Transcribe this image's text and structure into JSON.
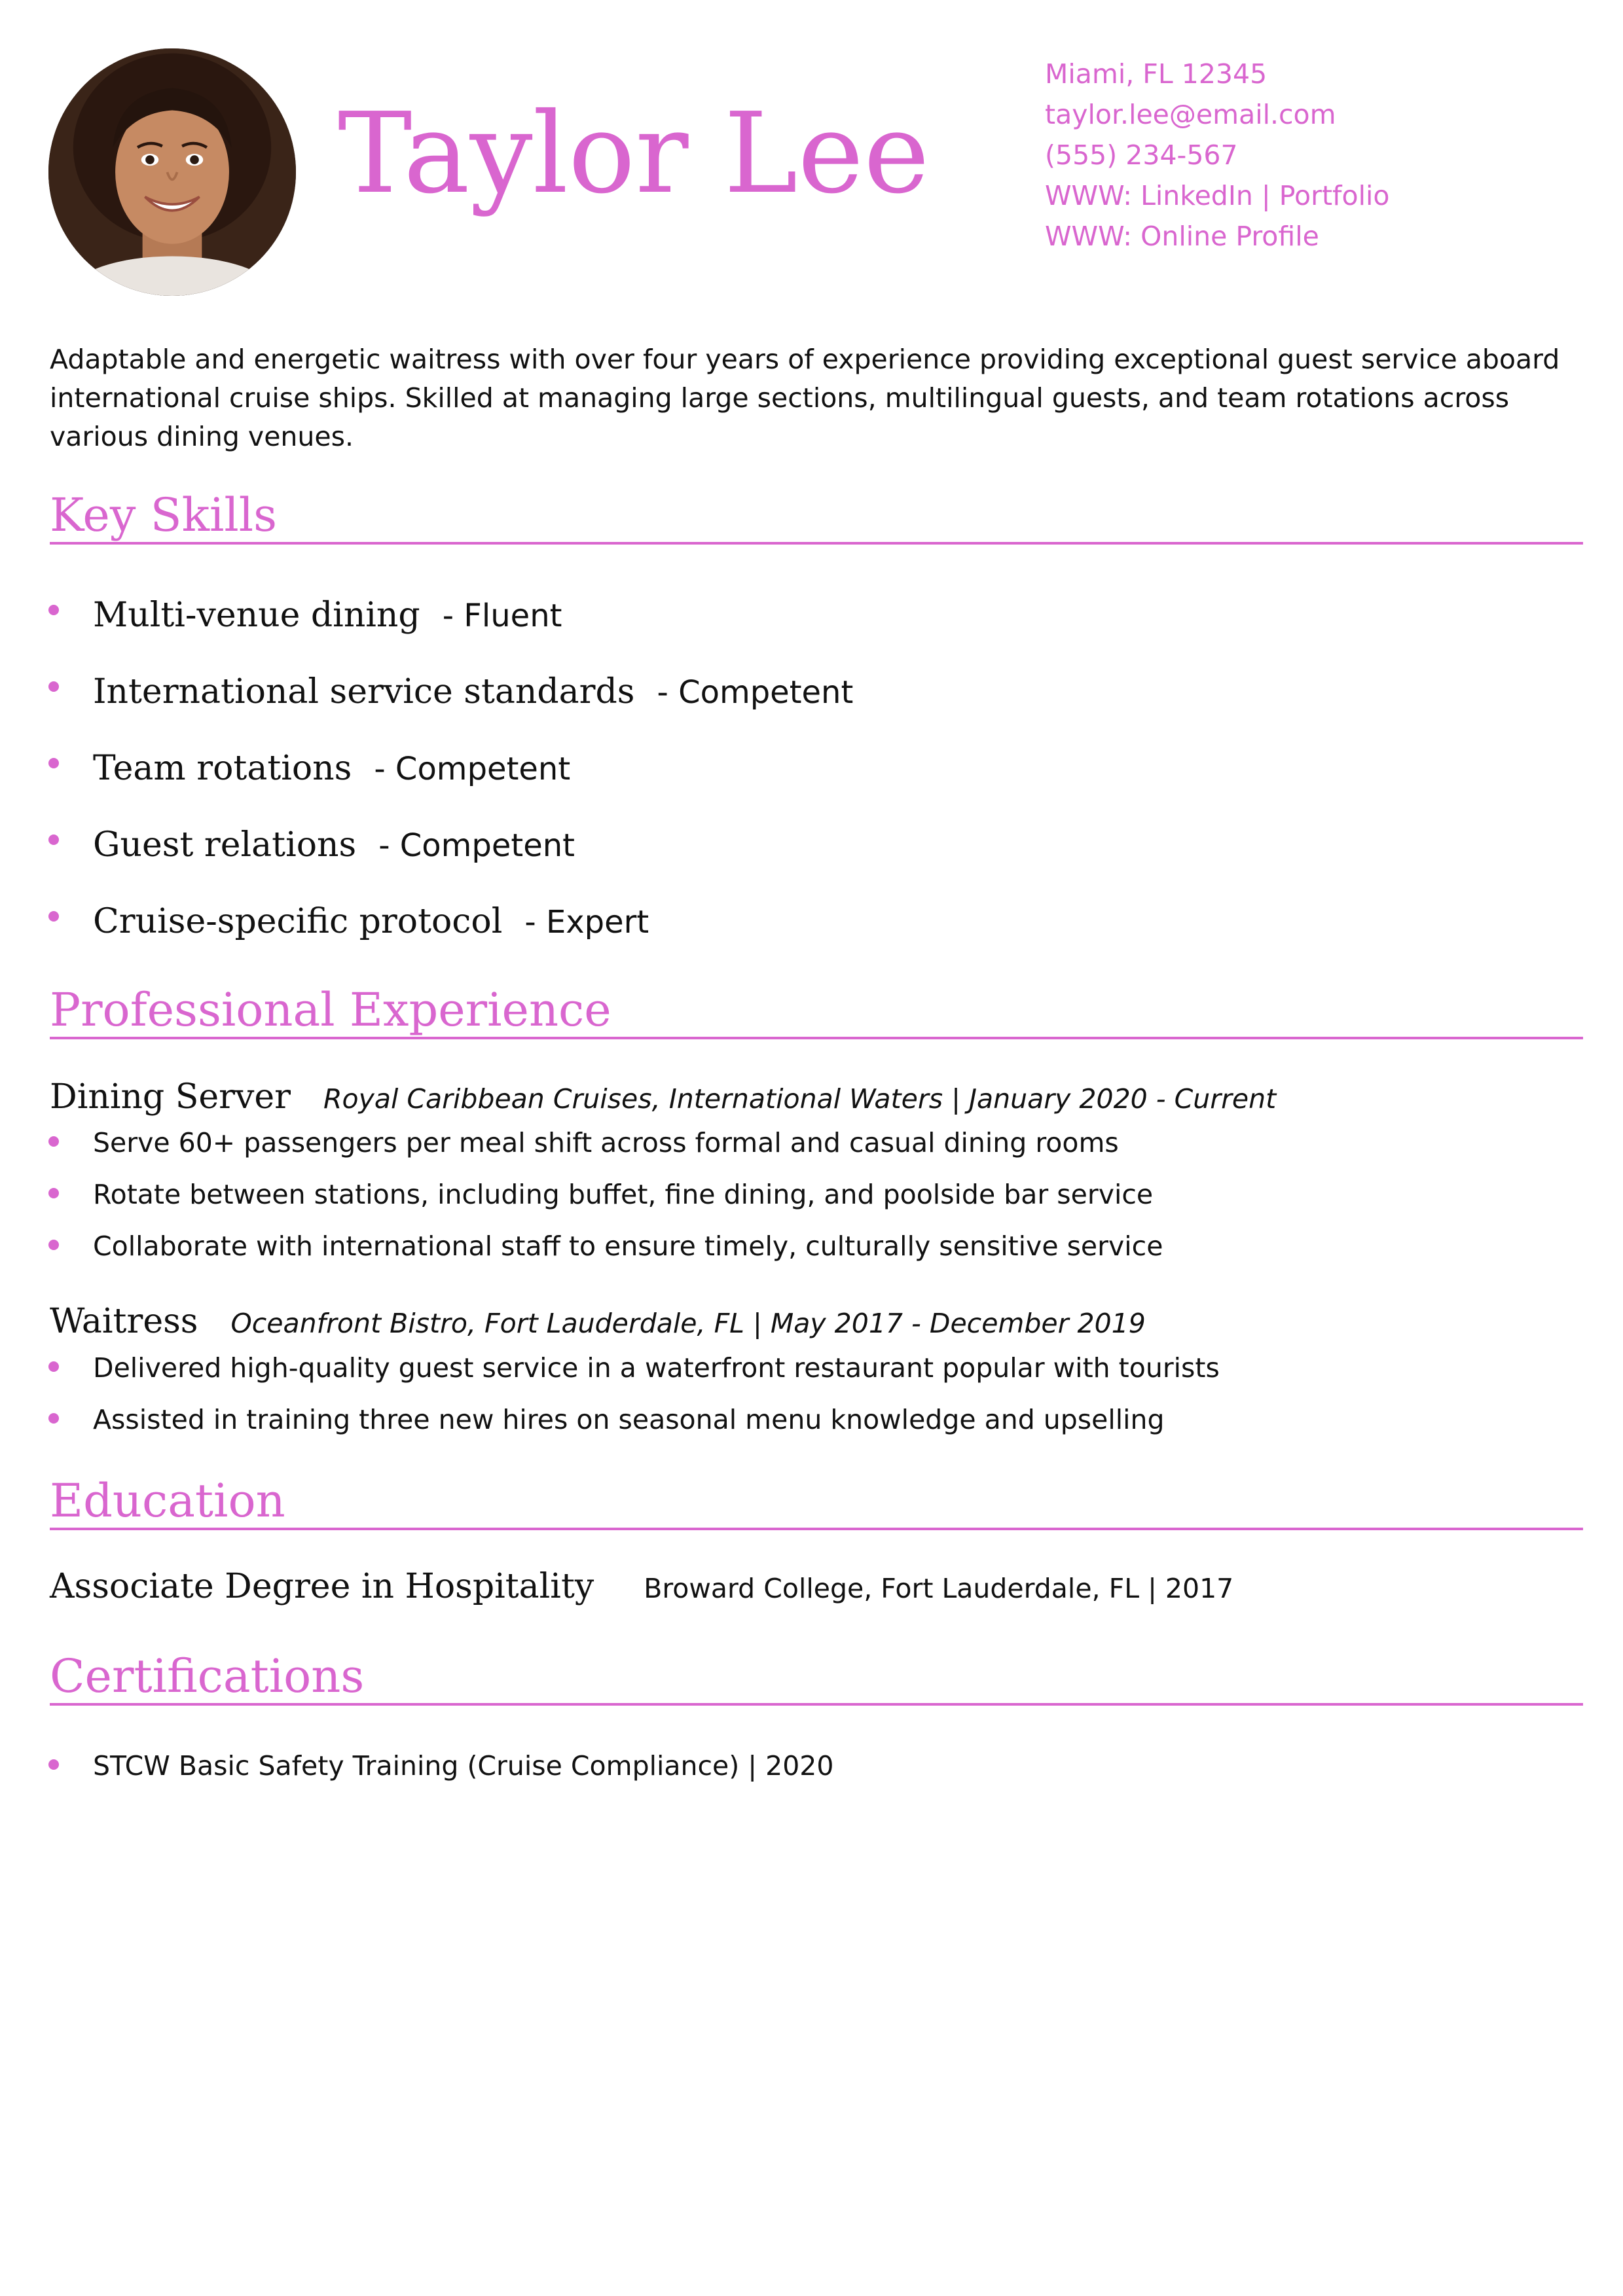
{
  "header": {
    "name": "Taylor Lee",
    "contact": {
      "location": "Miami, FL 12345",
      "email": "taylor.lee@email.com",
      "phone": "(555) 234-567",
      "links": "WWW: LinkedIn | Portfolio",
      "profile": "WWW: Online Profile"
    }
  },
  "summary": "Adaptable and energetic waitress with over four years of experience providing exceptional guest service aboard international cruise ships. Skilled at managing large sections, multilingual guests, and team rotations across various dining venues.",
  "skills": {
    "title": "Key Skills",
    "items": [
      {
        "name": "Multi-venue dining",
        "level": "- Fluent"
      },
      {
        "name": "International service standards",
        "level": "- Competent"
      },
      {
        "name": "Team rotations",
        "level": "- Competent"
      },
      {
        "name": "Guest relations",
        "level": "- Competent"
      },
      {
        "name": "Cruise-specific protocol",
        "level": "- Expert"
      }
    ]
  },
  "experience": {
    "title": "Professional Experience",
    "jobs": [
      {
        "role": "Dining Server",
        "meta": "Royal Caribbean Cruises, International Waters | January 2020 - Current",
        "bullets": [
          "Serve 60+ passengers per meal shift across formal and casual dining rooms",
          "Rotate between stations, including buffet, fine dining, and poolside bar service",
          "Collaborate with international staff to ensure timely, culturally sensitive service"
        ]
      },
      {
        "role": "Waitress",
        "meta": "Oceanfront Bistro, Fort Lauderdale, FL | May 2017 - December 2019",
        "bullets": [
          "Delivered high-quality guest service in a waterfront restaurant popular with tourists",
          "Assisted in training three new hires on seasonal menu knowledge and upselling"
        ]
      }
    ]
  },
  "education": {
    "title": "Education",
    "degree": "Associate Degree in Hospitality",
    "school": "Broward College, Fort Lauderdale, FL | 2017"
  },
  "certifications": {
    "title": "Certifications",
    "items": [
      "STCW Basic Safety Training (Cruise Compliance) | 2020"
    ]
  },
  "colors": {
    "accent": "#d966cf",
    "text": "#111111"
  }
}
